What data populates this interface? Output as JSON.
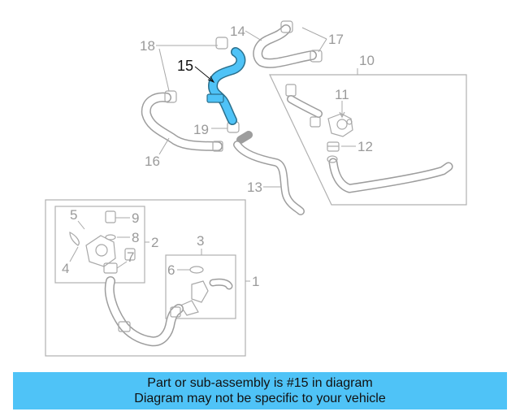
{
  "labels": {
    "l1": "1",
    "l2": "2",
    "l3": "3",
    "l4": "4",
    "l5": "5",
    "l6": "6",
    "l7": "7",
    "l8": "8",
    "l9": "9",
    "l10": "10",
    "l11": "11",
    "l12": "12",
    "l13": "13",
    "l14": "14",
    "l15": "15",
    "l16": "16",
    "l17": "17",
    "l18": "18",
    "l19": "19"
  },
  "highlight": {
    "part_number": "15",
    "color": "#4fc3f7"
  },
  "caption": {
    "line1": "Part or sub-assembly is #15 in diagram",
    "line2": "Diagram may not be specific to your vehicle"
  }
}
